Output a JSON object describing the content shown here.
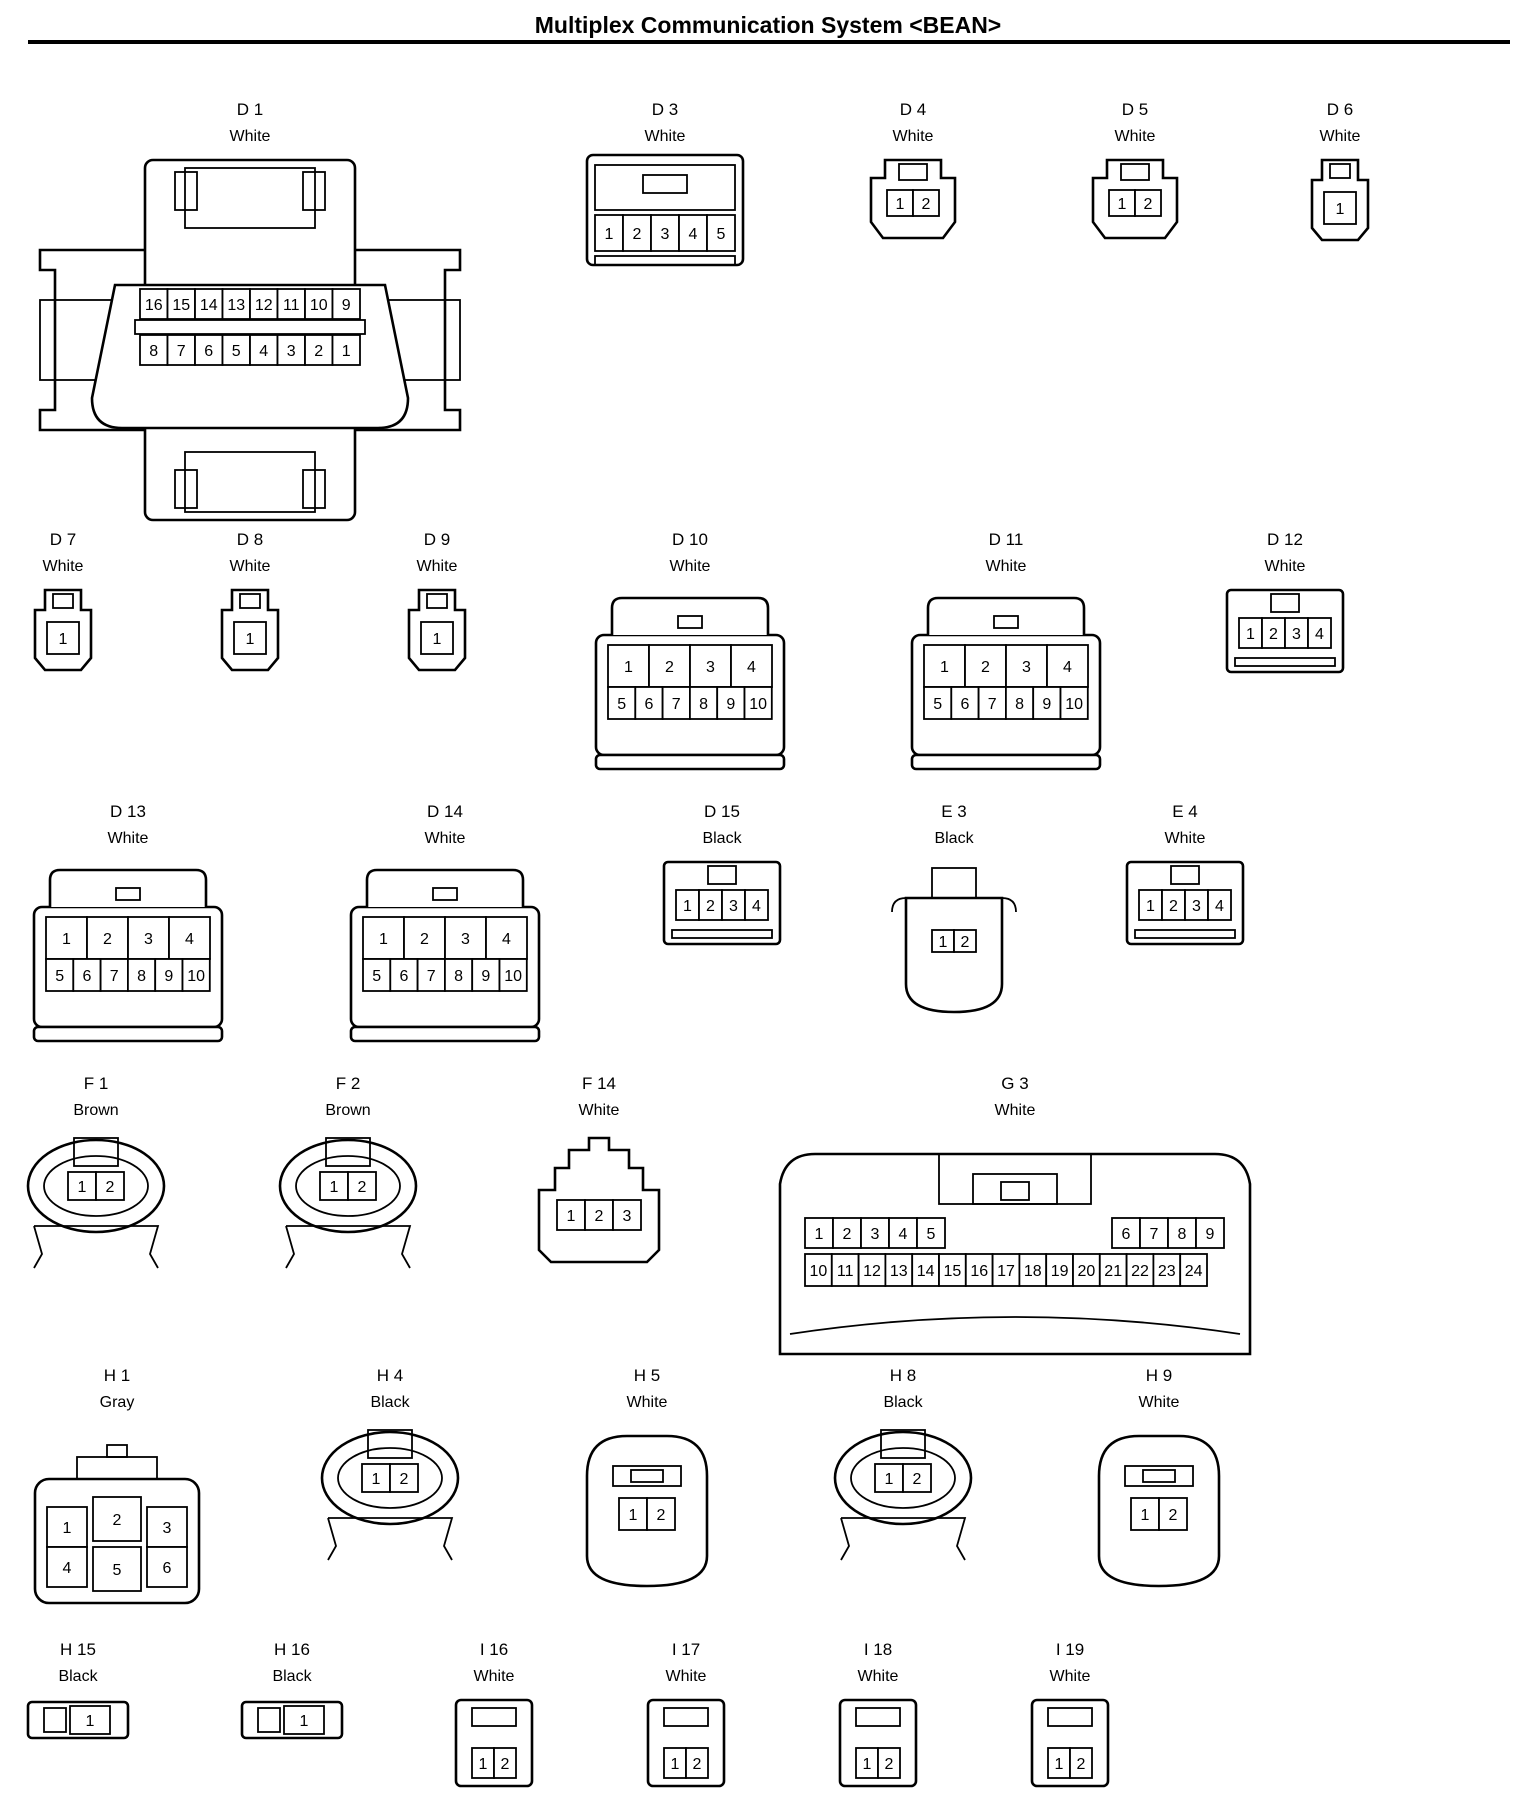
{
  "page": {
    "title": "Multiplex Communication System <BEAN>"
  },
  "connectors": [
    {
      "id": "D 1",
      "color": "White",
      "shape": "dlc16"
    },
    {
      "id": "D 3",
      "color": "White",
      "shape": "rect5"
    },
    {
      "id": "D 4",
      "color": "White",
      "shape": "small2"
    },
    {
      "id": "D 5",
      "color": "White",
      "shape": "small2"
    },
    {
      "id": "D 6",
      "color": "White",
      "shape": "small1"
    },
    {
      "id": "D 7",
      "color": "White",
      "shape": "small1"
    },
    {
      "id": "D 8",
      "color": "White",
      "shape": "small1"
    },
    {
      "id": "D 9",
      "color": "White",
      "shape": "small1"
    },
    {
      "id": "D 10",
      "color": "White",
      "shape": "big10"
    },
    {
      "id": "D 11",
      "color": "White",
      "shape": "big10"
    },
    {
      "id": "D 12",
      "color": "White",
      "shape": "rect4"
    },
    {
      "id": "D 13",
      "color": "White",
      "shape": "big10"
    },
    {
      "id": "D 14",
      "color": "White",
      "shape": "big10"
    },
    {
      "id": "D 15",
      "color": "Black",
      "shape": "rect4"
    },
    {
      "id": "E 3",
      "color": "Black",
      "shape": "sensor2"
    },
    {
      "id": "E 4",
      "color": "White",
      "shape": "rect4"
    },
    {
      "id": "F 1",
      "color": "Brown",
      "shape": "oval2"
    },
    {
      "id": "F 2",
      "color": "Brown",
      "shape": "oval2"
    },
    {
      "id": "F 14",
      "color": "White",
      "shape": "rect3"
    },
    {
      "id": "G 3",
      "color": "White",
      "shape": "g24"
    },
    {
      "id": "H 1",
      "color": "Gray",
      "shape": "six"
    },
    {
      "id": "H 4",
      "color": "Black",
      "shape": "oval2"
    },
    {
      "id": "H 5",
      "color": "White",
      "shape": "round2"
    },
    {
      "id": "H 8",
      "color": "Black",
      "shape": "oval2"
    },
    {
      "id": "H 9",
      "color": "White",
      "shape": "round2"
    },
    {
      "id": "H 15",
      "color": "Black",
      "shape": "side1"
    },
    {
      "id": "H 16",
      "color": "Black",
      "shape": "side1"
    },
    {
      "id": "I 16",
      "color": "White",
      "shape": "sq2"
    },
    {
      "id": "I 17",
      "color": "White",
      "shape": "sq2"
    },
    {
      "id": "I 18",
      "color": "White",
      "shape": "sq2"
    },
    {
      "id": "I 19",
      "color": "White",
      "shape": "sq2"
    }
  ]
}
